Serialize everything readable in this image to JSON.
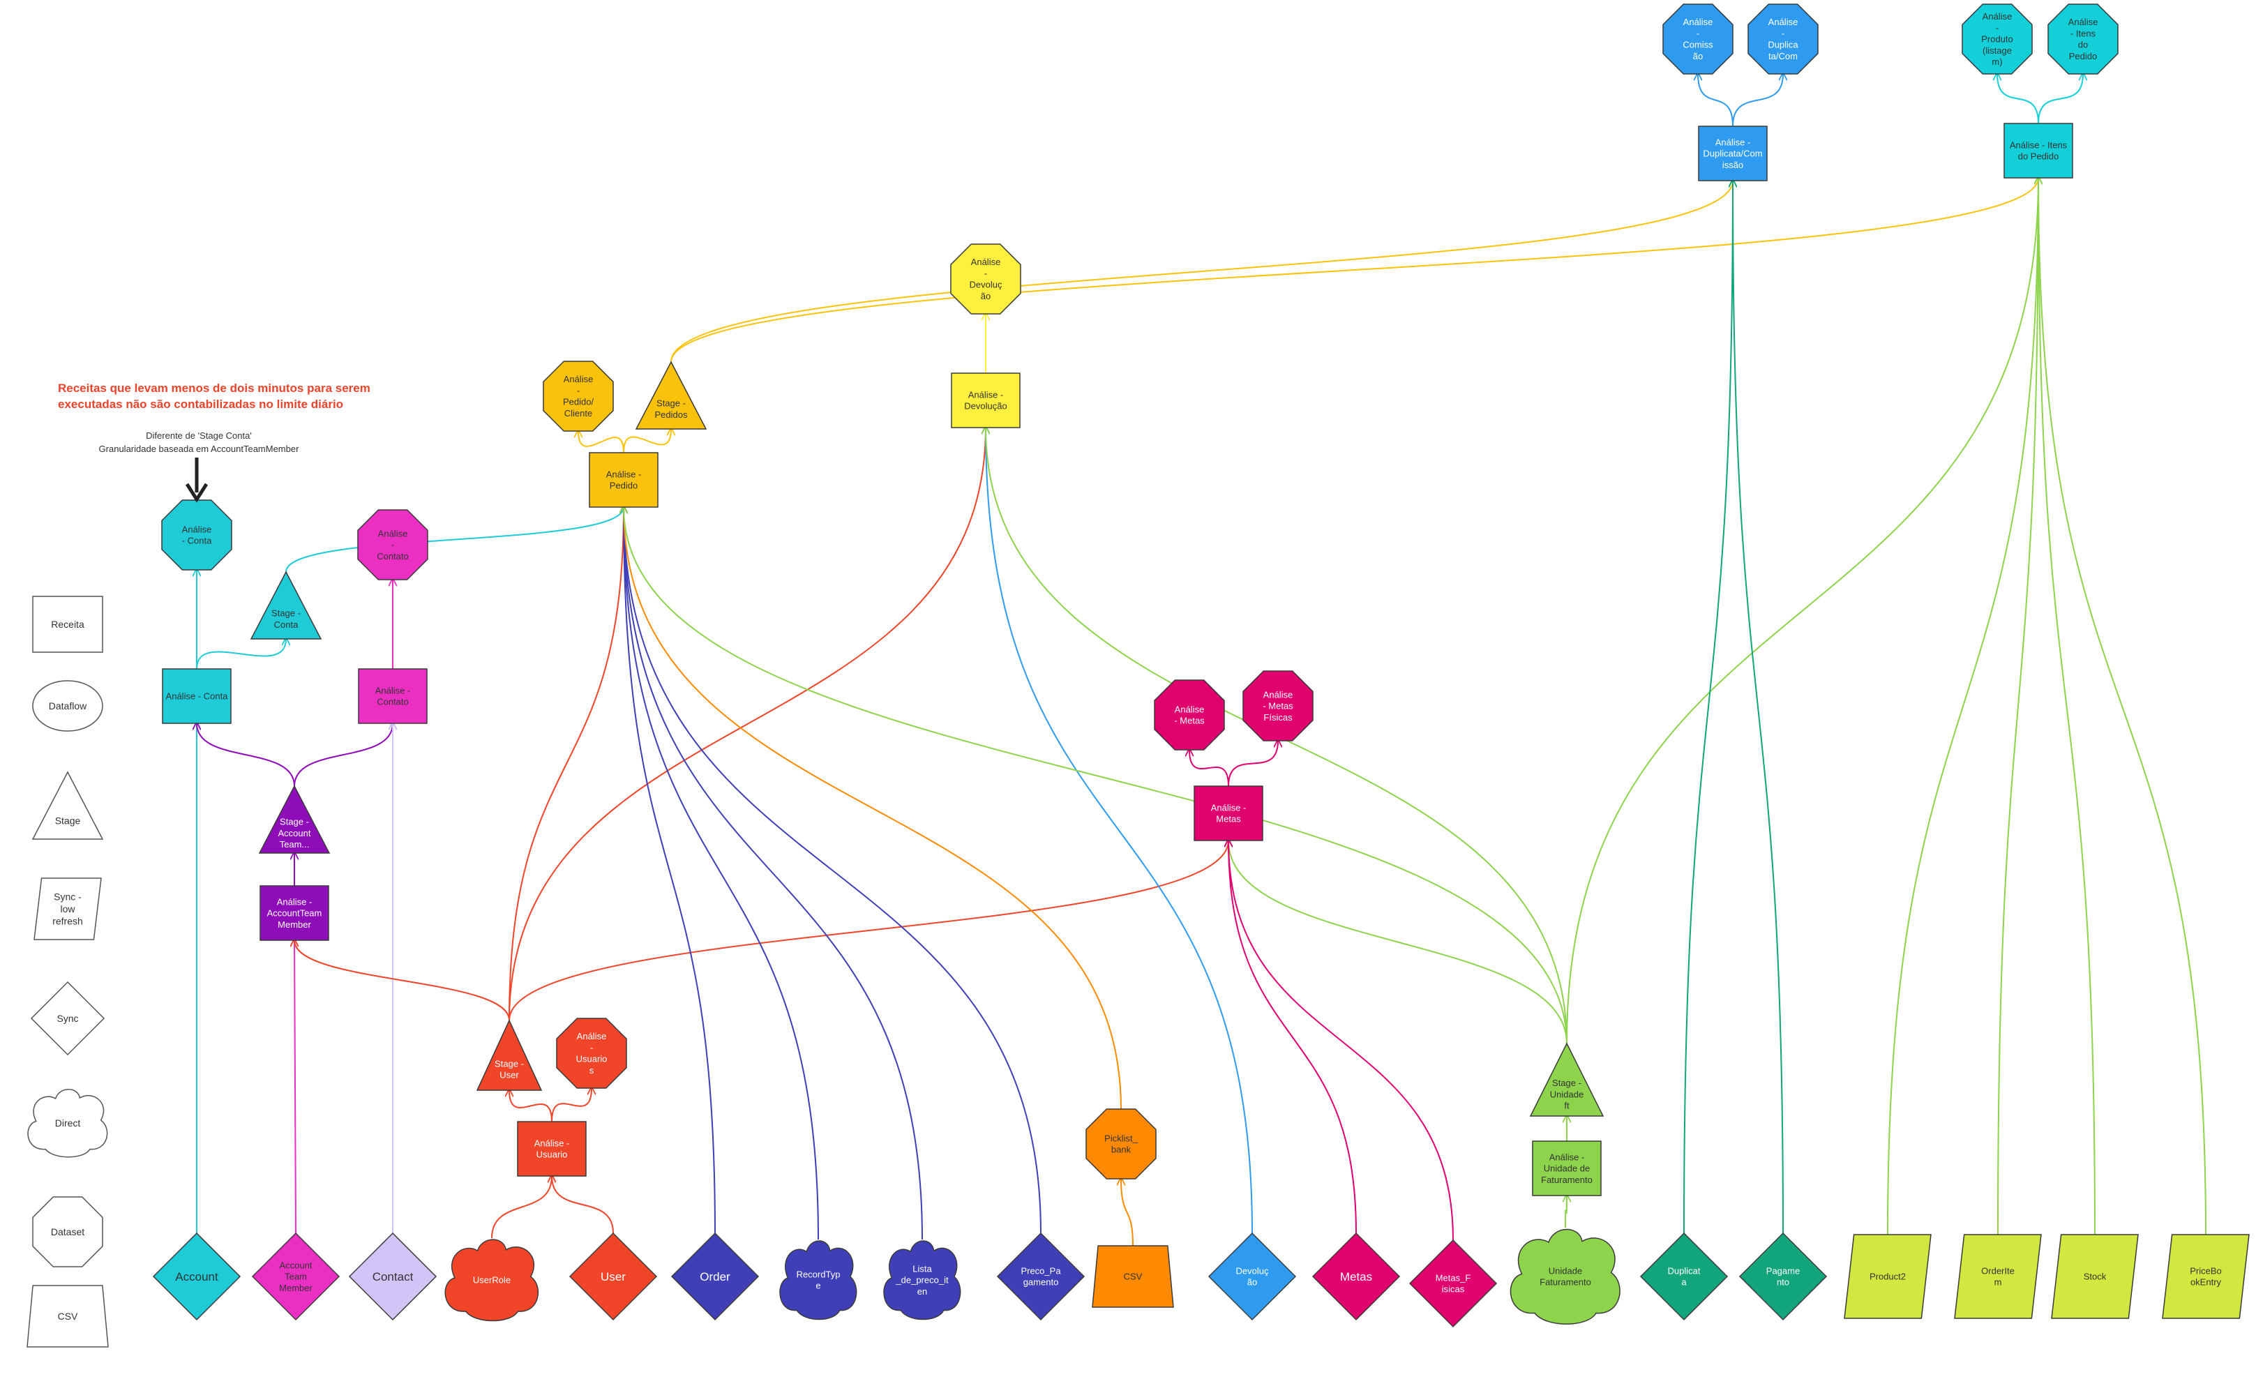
{
  "annotation": {
    "warning_line1": "Receitas que levam menos de dois minutos para serem",
    "warning_line2": "executadas não são contabilizadas no limite diário",
    "note_line1": "Diferente de 'Stage Conta'",
    "note_line2": "Granularidade baseada em AccountTeamMember"
  },
  "legend": [
    {
      "id": "receita",
      "shape": "rect",
      "label": "Receita"
    },
    {
      "id": "dataflow",
      "shape": "ellipse",
      "label": "Dataflow"
    },
    {
      "id": "stage",
      "shape": "triangle",
      "label": "Stage"
    },
    {
      "id": "synclow",
      "shape": "parallelogram",
      "label": "Sync -\nlow\nrefresh"
    },
    {
      "id": "sync",
      "shape": "diamond",
      "label": "Sync"
    },
    {
      "id": "direct",
      "shape": "cloud",
      "label": "Direct"
    },
    {
      "id": "dataset",
      "shape": "octagon",
      "label": "Dataset"
    },
    {
      "id": "csv",
      "shape": "trapezoid",
      "label": "CSV"
    }
  ],
  "colors": {
    "teal": "#1ECBD6",
    "magenta": "#EC2FC3",
    "lavender": "#D3C4F8",
    "purple": "#8F0DB9",
    "red": "#F1452A",
    "orange_yellow": "#FAC20A",
    "yellow": "#FFF03D",
    "navy": "#3F3FB8",
    "orange": "#FF8A00",
    "blue": "#2E9BF0",
    "crimson": "#E0006E",
    "green": "#8ED34C",
    "dark_green": "#12A57C",
    "lime": "#D2E840",
    "cyan2": "#12CFD8"
  },
  "nodes": [
    {
      "id": "account",
      "shape": "diamond",
      "color": "teal",
      "label": "Account"
    },
    {
      "id": "atm",
      "shape": "diamond",
      "color": "magenta",
      "label": "Account\nTeam\nMember"
    },
    {
      "id": "contact",
      "shape": "diamond",
      "color": "lavender",
      "label": "Contact"
    },
    {
      "id": "userrole",
      "shape": "cloud",
      "color": "red",
      "label": "UserRole"
    },
    {
      "id": "user",
      "shape": "diamond",
      "color": "red",
      "label": "User"
    },
    {
      "id": "order",
      "shape": "diamond",
      "color": "navy",
      "label": "Order"
    },
    {
      "id": "recordtype",
      "shape": "cloud",
      "color": "navy",
      "label": "RecordTyp\ne"
    },
    {
      "id": "lista",
      "shape": "cloud",
      "color": "navy",
      "label": "Lista\n_de_preco_it\nen"
    },
    {
      "id": "preco",
      "shape": "diamond",
      "color": "navy",
      "label": "Preco_Pa\ngamento"
    },
    {
      "id": "csv",
      "shape": "trapezoid",
      "color": "orange",
      "label": "CSV"
    },
    {
      "id": "devolucao",
      "shape": "diamond",
      "color": "blue",
      "label": "Devoluç\não"
    },
    {
      "id": "metas",
      "shape": "diamond",
      "color": "crimson",
      "label": "Metas"
    },
    {
      "id": "metas_f",
      "shape": "diamond",
      "color": "crimson",
      "label": "Metas_F\nisicas"
    },
    {
      "id": "unidfat",
      "shape": "cloud",
      "color": "green",
      "label": "Unidade\nFaturamento"
    },
    {
      "id": "duplicata",
      "shape": "diamond",
      "color": "dark_green",
      "label": "Duplicat\na"
    },
    {
      "id": "pagamento",
      "shape": "diamond",
      "color": "dark_green",
      "label": "Pagame\nnto"
    },
    {
      "id": "product2",
      "shape": "parallelogram",
      "color": "lime",
      "label": "Product2"
    },
    {
      "id": "orderitem",
      "shape": "parallelogram",
      "color": "lime",
      "label": "OrderIte\nm"
    },
    {
      "id": "stock",
      "shape": "parallelogram",
      "color": "lime",
      "label": "Stock"
    },
    {
      "id": "pricebook",
      "shape": "parallelogram",
      "color": "lime",
      "label": "PriceBo\nokEntry"
    },
    {
      "id": "r_conta",
      "shape": "rect",
      "color": "teal",
      "label": "Análise - Conta"
    },
    {
      "id": "r_contato",
      "shape": "rect",
      "color": "magenta",
      "label": "Análise -\nContato"
    },
    {
      "id": "r_atm",
      "shape": "rect",
      "color": "purple",
      "label": "Análise -\nAccountTeam\nMember"
    },
    {
      "id": "r_usuario",
      "shape": "rect",
      "color": "red",
      "label": "Análise -\nUsuario"
    },
    {
      "id": "r_pedido",
      "shape": "rect",
      "color": "orange_yellow",
      "label": "Análise -\nPedido"
    },
    {
      "id": "r_devolucao",
      "shape": "rect",
      "color": "yellow",
      "label": "Análise -\nDevolução"
    },
    {
      "id": "r_metas",
      "shape": "rect",
      "color": "crimson",
      "label": "Análise -\nMetas"
    },
    {
      "id": "r_unidfat",
      "shape": "rect",
      "color": "green",
      "label": "Análise -\nUnidade de\nFaturamento"
    },
    {
      "id": "r_duplicata",
      "shape": "rect",
      "color": "blue",
      "label": "Análise -\nDuplicata/Com\nissão"
    },
    {
      "id": "r_itens",
      "shape": "rect",
      "color": "cyan2",
      "label": "Análise - Itens\ndo Pedido"
    },
    {
      "id": "s_conta",
      "shape": "triangle",
      "color": "teal",
      "label": "Stage -\nConta"
    },
    {
      "id": "s_account",
      "shape": "triangle",
      "color": "purple",
      "label": "Stage -\nAccount\nTeam..."
    },
    {
      "id": "s_user",
      "shape": "triangle",
      "color": "red",
      "label": "Stage -\nUser"
    },
    {
      "id": "s_pedidos",
      "shape": "triangle",
      "color": "orange_yellow",
      "label": "Stage -\nPedidos"
    },
    {
      "id": "s_unidade",
      "shape": "triangle",
      "color": "green",
      "label": "Stage -\nUnidade\nft"
    },
    {
      "id": "d_conta",
      "shape": "octagon",
      "color": "teal",
      "label": "Análise\n- Conta"
    },
    {
      "id": "d_contato",
      "shape": "octagon",
      "color": "magenta",
      "label": "Análise\n-\nContato"
    },
    {
      "id": "d_usuario",
      "shape": "octagon",
      "color": "red",
      "label": "Análise\n-\nUsuario\ns"
    },
    {
      "id": "d_pedido",
      "shape": "octagon",
      "color": "orange_yellow",
      "label": "Análise\n-\nPedido/\nCliente"
    },
    {
      "id": "d_devolucao",
      "shape": "octagon",
      "color": "yellow",
      "label": "Análise\n-\nDevoluç\não"
    },
    {
      "id": "d_metas",
      "shape": "octagon",
      "color": "crimson",
      "label": "Análise\n- Metas"
    },
    {
      "id": "d_metas_f",
      "shape": "octagon",
      "color": "crimson",
      "label": "Análise\n- Metas\nFísicas"
    },
    {
      "id": "d_picklist",
      "shape": "octagon",
      "color": "orange",
      "label": "Picklist_\nbank"
    },
    {
      "id": "d_comissao",
      "shape": "octagon",
      "color": "blue",
      "label": "Análise\n-\nComiss\não"
    },
    {
      "id": "d_duplicata",
      "shape": "octagon",
      "color": "blue",
      "label": "Análise\n-\nDuplica\nta/Com"
    },
    {
      "id": "d_produto",
      "shape": "octagon",
      "color": "cyan2",
      "label": "Análise\n-\nProduto\n(listage\nm)"
    },
    {
      "id": "d_itens",
      "shape": "octagon",
      "color": "cyan2",
      "label": "Análise\n- Itens\ndo\nPedido"
    }
  ],
  "edges": [
    {
      "from": "account",
      "to": "r_conta",
      "color": "teal"
    },
    {
      "from": "r_conta",
      "to": "d_conta",
      "color": "teal"
    },
    {
      "from": "r_conta",
      "to": "s_conta",
      "color": "teal"
    },
    {
      "from": "s_conta",
      "to": "r_pedido",
      "color": "teal"
    },
    {
      "from": "atm",
      "to": "r_atm",
      "color": "magenta"
    },
    {
      "from": "r_atm",
      "to": "s_account",
      "color": "purple"
    },
    {
      "from": "s_account",
      "to": "r_conta",
      "color": "purple"
    },
    {
      "from": "s_account",
      "to": "r_contato",
      "color": "purple"
    },
    {
      "from": "contact",
      "to": "r_contato",
      "color": "lavender"
    },
    {
      "from": "r_contato",
      "to": "d_contato",
      "color": "magenta"
    },
    {
      "from": "userrole",
      "to": "r_usuario",
      "color": "red"
    },
    {
      "from": "user",
      "to": "r_usuario",
      "color": "red"
    },
    {
      "from": "r_usuario",
      "to": "s_user",
      "color": "red"
    },
    {
      "from": "r_usuario",
      "to": "d_usuario",
      "color": "red"
    },
    {
      "from": "s_user",
      "to": "r_atm",
      "color": "red"
    },
    {
      "from": "s_user",
      "to": "r_pedido",
      "color": "red"
    },
    {
      "from": "s_user",
      "to": "r_devolucao",
      "color": "red"
    },
    {
      "from": "s_user",
      "to": "r_metas",
      "color": "red"
    },
    {
      "from": "order",
      "to": "r_pedido",
      "color": "navy"
    },
    {
      "from": "recordtype",
      "to": "r_pedido",
      "color": "navy"
    },
    {
      "from": "lista",
      "to": "r_pedido",
      "color": "navy"
    },
    {
      "from": "preco",
      "to": "r_pedido",
      "color": "navy"
    },
    {
      "from": "csv",
      "to": "d_picklist",
      "color": "orange"
    },
    {
      "from": "d_picklist",
      "to": "r_pedido",
      "color": "orange"
    },
    {
      "from": "r_pedido",
      "to": "d_pedido",
      "color": "orange_yellow"
    },
    {
      "from": "r_pedido",
      "to": "s_pedidos",
      "color": "orange_yellow"
    },
    {
      "from": "s_pedidos",
      "to": "r_duplicata",
      "color": "orange_yellow"
    },
    {
      "from": "s_pedidos",
      "to": "r_itens",
      "color": "orange_yellow"
    },
    {
      "from": "devolucao",
      "to": "r_devolucao",
      "color": "blue"
    },
    {
      "from": "r_devolucao",
      "to": "d_devolucao",
      "color": "yellow"
    },
    {
      "from": "s_unidade",
      "to": "r_devolucao",
      "color": "green"
    },
    {
      "from": "s_unidade",
      "to": "r_pedido",
      "color": "green"
    },
    {
      "from": "s_unidade",
      "to": "r_metas",
      "color": "green"
    },
    {
      "from": "s_unidade",
      "to": "r_itens",
      "color": "green"
    },
    {
      "from": "metas",
      "to": "r_metas",
      "color": "crimson"
    },
    {
      "from": "metas_f",
      "to": "r_metas",
      "color": "crimson"
    },
    {
      "from": "r_metas",
      "to": "d_metas",
      "color": "crimson"
    },
    {
      "from": "r_metas",
      "to": "d_metas_f",
      "color": "crimson"
    },
    {
      "from": "unidfat",
      "to": "r_unidfat",
      "color": "green"
    },
    {
      "from": "r_unidfat",
      "to": "s_unidade",
      "color": "green"
    },
    {
      "from": "duplicata",
      "to": "r_duplicata",
      "color": "dark_green"
    },
    {
      "from": "pagamento",
      "to": "r_duplicata",
      "color": "dark_green"
    },
    {
      "from": "r_duplicata",
      "to": "d_comissao",
      "color": "blue"
    },
    {
      "from": "r_duplicata",
      "to": "d_duplicata",
      "color": "blue"
    },
    {
      "from": "product2",
      "to": "r_itens",
      "color": "green"
    },
    {
      "from": "orderitem",
      "to": "r_itens",
      "color": "green"
    },
    {
      "from": "stock",
      "to": "r_itens",
      "color": "green"
    },
    {
      "from": "pricebook",
      "to": "r_itens",
      "color": "green"
    },
    {
      "from": "r_itens",
      "to": "d_produto",
      "color": "cyan2"
    },
    {
      "from": "r_itens",
      "to": "d_itens",
      "color": "cyan2"
    }
  ]
}
